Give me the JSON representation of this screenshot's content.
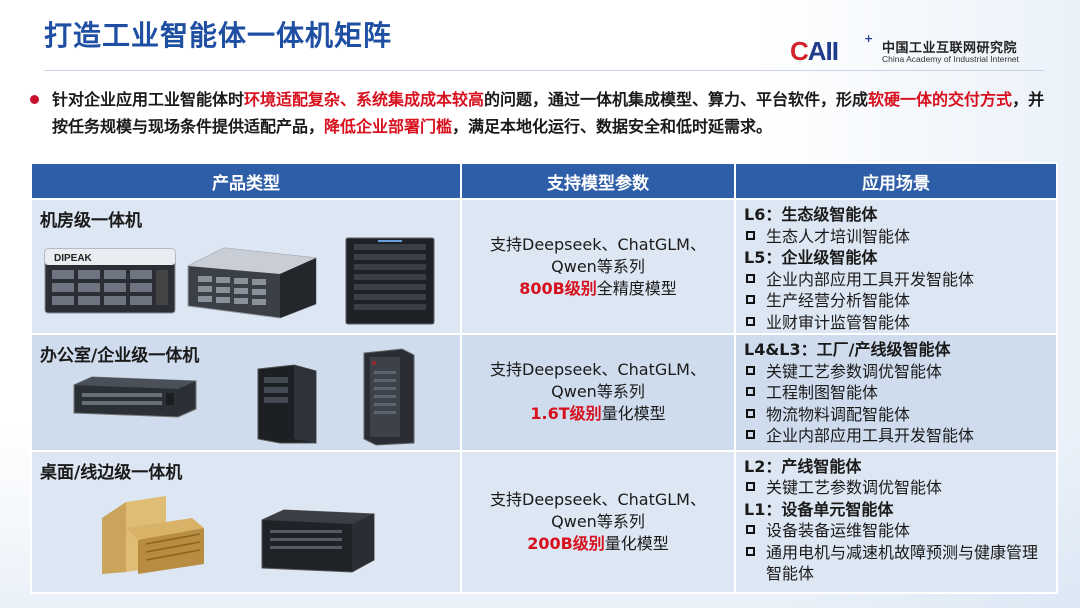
{
  "header": {
    "title": "打造工业智能体一体机矩阵",
    "logo": {
      "mark": "CAII",
      "cn": "中国工业互联网研究院",
      "en": "China Academy of Industrial Internet"
    }
  },
  "intro": {
    "segments": [
      {
        "text": "针对企业应用工业智能体时",
        "red": false
      },
      {
        "text": "环境适配复杂、系统集成成本较高",
        "red": true
      },
      {
        "text": "的问题，通过一体机集成模型、算力、平台软件，形成",
        "red": false
      },
      {
        "text": "软硬一体的交付方式",
        "red": true
      },
      {
        "text": "，并按任务规模与现场条件提供适配产品，",
        "red": false
      },
      {
        "text": "降低企业部署门槛",
        "red": true
      },
      {
        "text": "，满足本地化运行、数据安全和低时延需求。",
        "red": false
      }
    ]
  },
  "table": {
    "headers": [
      "产品类型",
      "支持模型参数",
      "应用场景"
    ],
    "rows": [
      {
        "type": "机房级一体机",
        "params_line1": "支持Deepseek、ChatGLM、",
        "params_line2": "Qwen等系列",
        "params_highlight": "800B级别",
        "params_suffix": "全精度模型",
        "brand_label": "DIPEAK",
        "scenes": [
          {
            "kind": "level",
            "text": "L6：生态级智能体"
          },
          {
            "kind": "item",
            "text": "生态人才培训智能体"
          },
          {
            "kind": "level",
            "text": "L5：企业级智能体"
          },
          {
            "kind": "item",
            "text": "企业内部应用工具开发智能体"
          },
          {
            "kind": "item",
            "text": "生产经营分析智能体"
          },
          {
            "kind": "item",
            "text": "业财审计监管智能体"
          }
        ]
      },
      {
        "type": "办公室/企业级一体机",
        "params_line1": "支持Deepseek、ChatGLM、",
        "params_line2": "Qwen等系列",
        "params_highlight": "1.6T级别",
        "params_suffix": "量化模型",
        "scenes": [
          {
            "kind": "level",
            "text": "L4&L3：工厂/产线级智能体"
          },
          {
            "kind": "item",
            "text": "关键工艺参数调优智能体"
          },
          {
            "kind": "item",
            "text": "工程制图智能体"
          },
          {
            "kind": "item",
            "text": "物流物料调配智能体"
          },
          {
            "kind": "item",
            "text": "企业内部应用工具开发智能体"
          }
        ]
      },
      {
        "type": "桌面/线边级一体机",
        "params_line1": "支持Deepseek、ChatGLM、",
        "params_line2": "Qwen等系列",
        "params_highlight": "200B级别",
        "params_suffix": "量化模型",
        "scenes": [
          {
            "kind": "level",
            "text": "L2：产线智能体"
          },
          {
            "kind": "item",
            "text": "关键工艺参数调优智能体"
          },
          {
            "kind": "level",
            "text": "L1：设备单元智能体"
          },
          {
            "kind": "item",
            "text": "设备装备运维智能体"
          },
          {
            "kind": "item",
            "text": "通用电机与减速机故障预测与健康管理智能体"
          }
        ]
      }
    ]
  },
  "colors": {
    "title": "#1f4fa3",
    "header_bg": "#2f5ea8",
    "highlight": "#d8101e",
    "row_bg": "#dde6f3",
    "bullet": "#c8102e"
  }
}
